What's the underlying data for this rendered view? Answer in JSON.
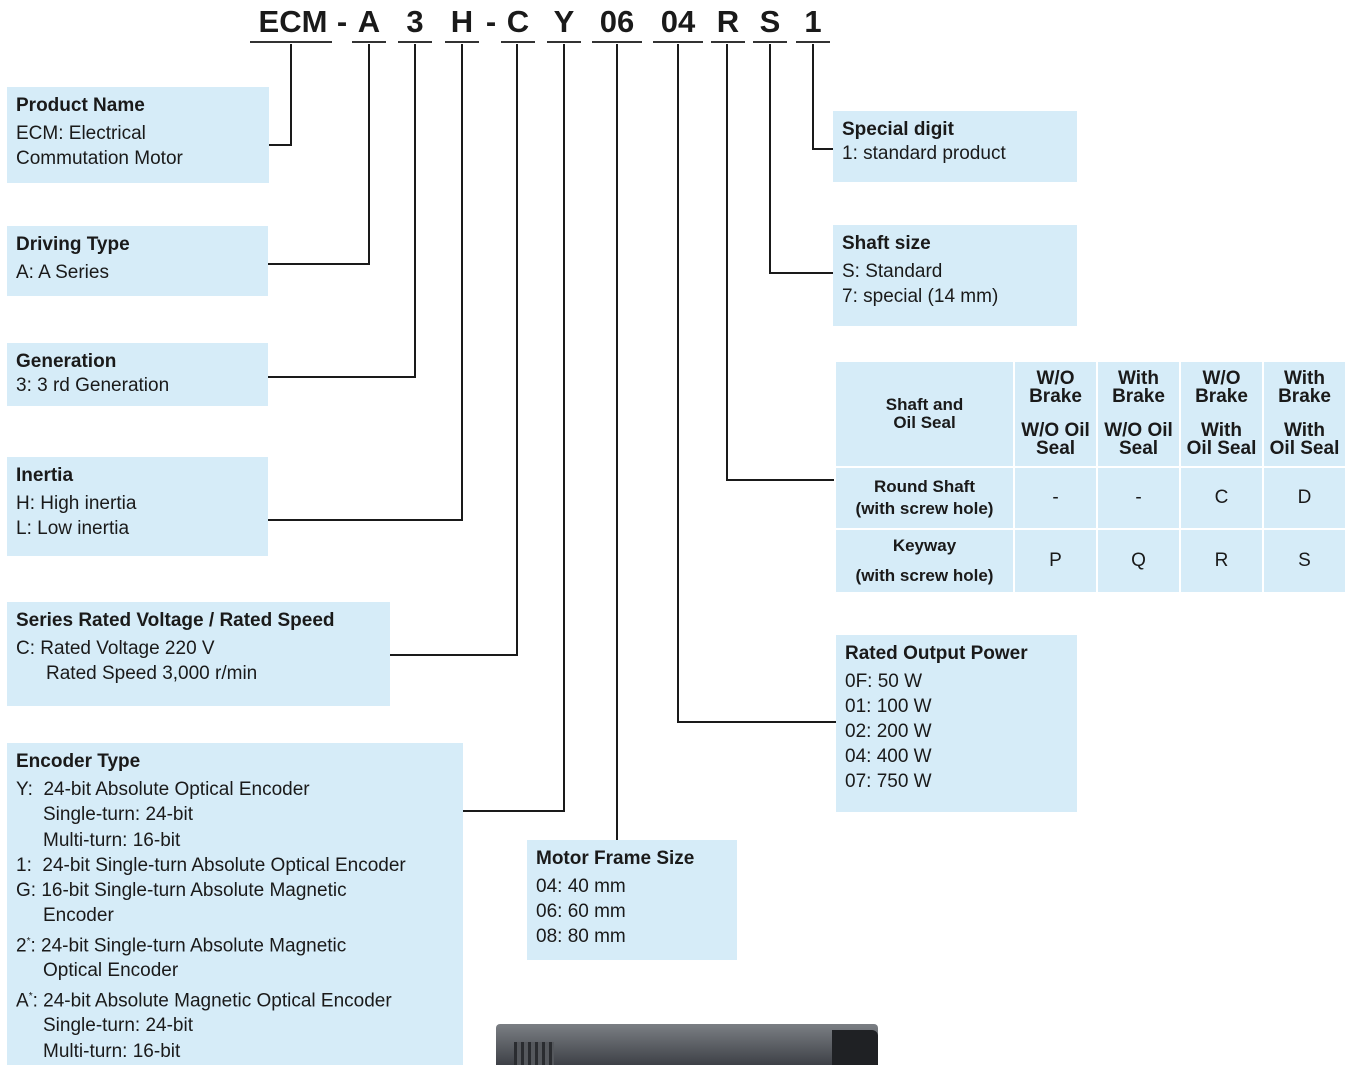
{
  "code": {
    "segments": [
      "ECM",
      "-",
      "A",
      "3",
      "H",
      "-",
      "C",
      "Y",
      "06",
      "04",
      "R",
      "S",
      "1"
    ]
  },
  "product_name": {
    "title": "Product Name",
    "lines": [
      "ECM: Electrical",
      "Commutation Motor"
    ]
  },
  "driving_type": {
    "title": "Driving Type",
    "lines": [
      "A: A Series"
    ]
  },
  "generation": {
    "title": "Generation",
    "lines": [
      "3: 3 rd Generation"
    ]
  },
  "inertia": {
    "title": "Inertia",
    "lines": [
      "H: High inertia",
      "L: Low inertia"
    ]
  },
  "voltage_speed": {
    "title": "Series Rated Voltage /  Rated Speed",
    "lines": [
      "C: Rated Voltage 220 V",
      "Rated Speed 3,000 r/min"
    ]
  },
  "encoder_type": {
    "title": "Encoder Type",
    "lines": [
      "Y:  24-bit Absolute Optical Encoder",
      "Single-turn: 24-bit",
      "Multi-turn: 16-bit",
      "1:  24-bit Single-turn Absolute Optical Encoder",
      "G: 16-bit Single-turn Absolute Magnetic",
      "Encoder",
      "2",
      "*",
      ": 24-bit Single-turn Absolute Magnetic",
      "Optical Encoder",
      "A",
      "*",
      ": 24-bit Absolute Magnetic Optical Encoder",
      "Single-turn: 24-bit",
      "Multi-turn: 16-bit"
    ]
  },
  "special_digit": {
    "title": "Special digit",
    "lines": [
      "1: standard product"
    ]
  },
  "shaft_size": {
    "title": "Shaft size",
    "lines": [
      "S: Standard",
      "7: special (14 mm)"
    ]
  },
  "shaft_table": {
    "corner": [
      "Shaft and",
      "Oil Seal"
    ],
    "columns": [
      {
        "brake": [
          "W/O",
          "Brake"
        ],
        "seal": [
          "W/O Oil",
          "Seal"
        ]
      },
      {
        "brake": [
          "With",
          "Brake"
        ],
        "seal": [
          "W/O Oil",
          "Seal"
        ]
      },
      {
        "brake": [
          "W/O",
          "Brake"
        ],
        "seal": [
          "With",
          "Oil Seal"
        ]
      },
      {
        "brake": [
          "With",
          "Brake"
        ],
        "seal": [
          "With",
          "Oil Seal"
        ]
      }
    ],
    "rows": [
      {
        "label": [
          "Round Shaft",
          "(with screw hole)"
        ],
        "values": [
          "-",
          "-",
          "C",
          "D"
        ]
      },
      {
        "label": [
          "Keyway",
          "(with screw hole)"
        ],
        "values": [
          "P",
          "Q",
          "R",
          "S"
        ]
      }
    ]
  },
  "rated_output_power": {
    "title": "Rated Output Power",
    "lines": [
      "0F: 50 W",
      "01: 100 W",
      "02: 200 W",
      "04: 400 W",
      "07: 750 W"
    ]
  },
  "motor_frame_size": {
    "title": "Motor Frame Size",
    "lines": [
      "04: 40 mm",
      "06: 60 mm",
      "08: 80 mm"
    ]
  },
  "colors": {
    "box_fill": "#d6ecf8",
    "leader_line": "#1a1a1a"
  }
}
